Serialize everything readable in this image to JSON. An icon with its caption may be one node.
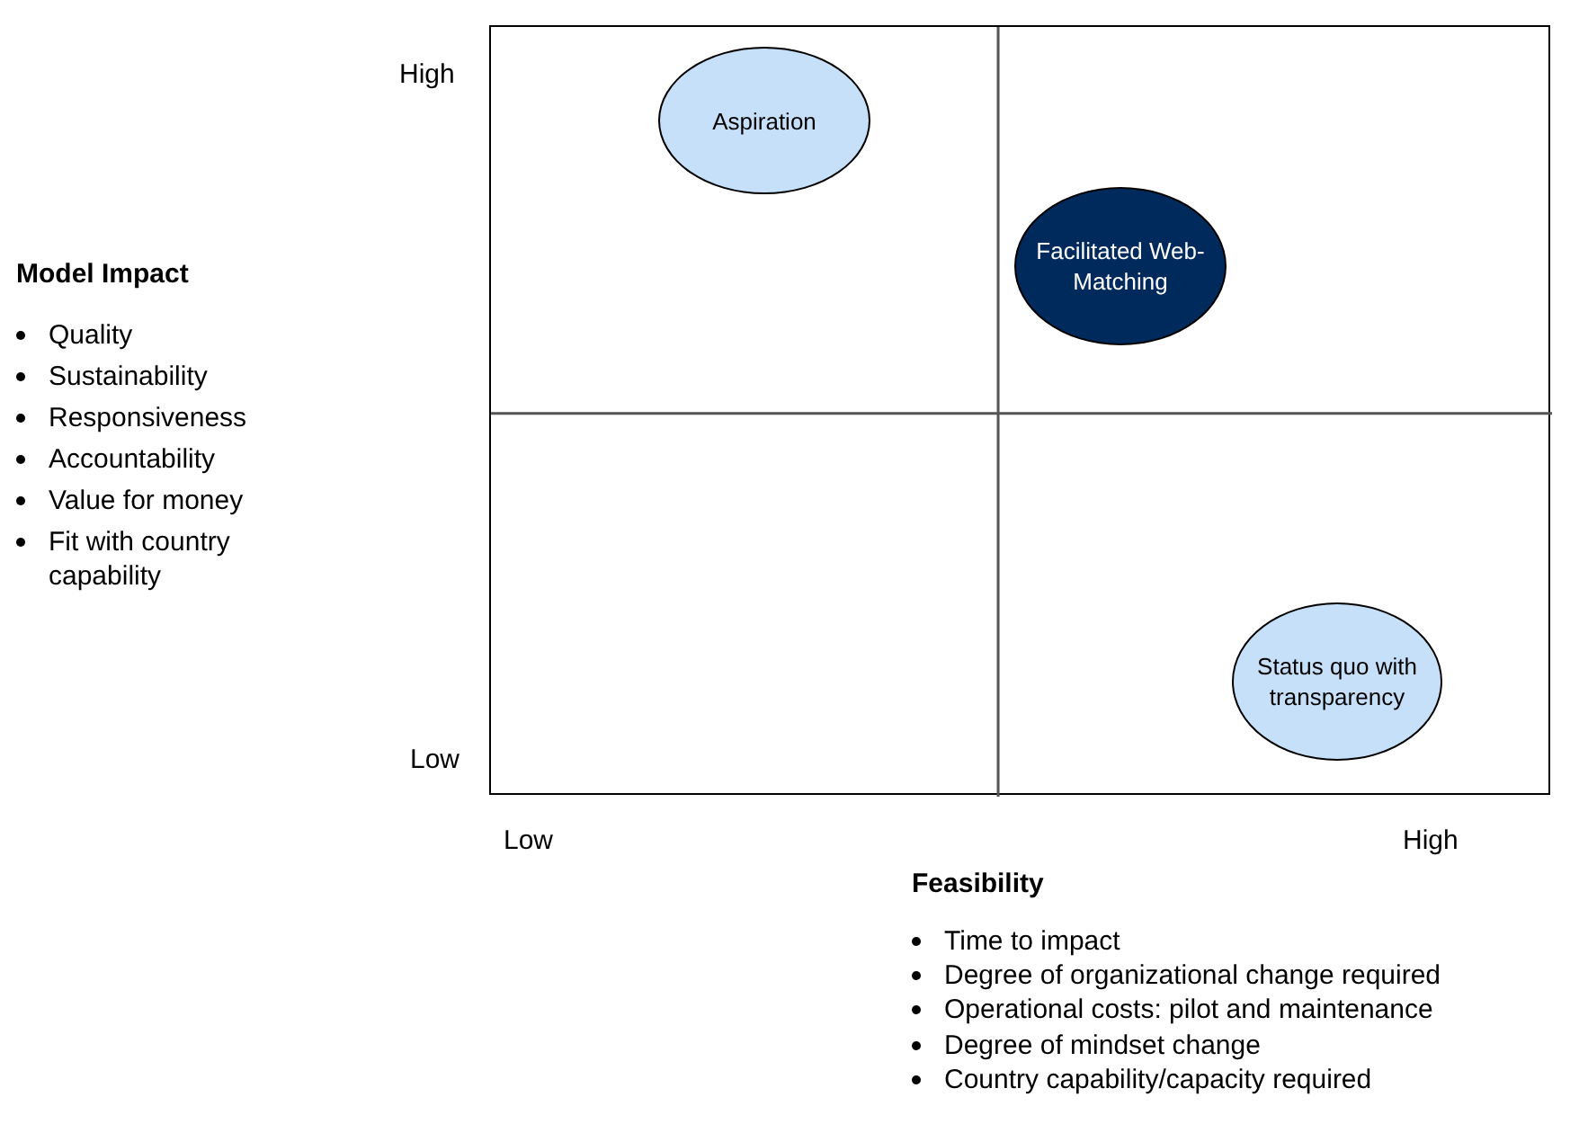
{
  "diagram": {
    "nodes": [
      {
        "text": [],
        "shape": "box"
      },
      {
        "text": [
          "Aspiration"
        ],
        "in": 0
      },
      {
        "text": [
          "Facilitated Web-Matching"
        ],
        "in": 0
      },
      {
        "text": [
          "Status quo with transparency"
        ],
        "in": 0
      }
    ],
    "labels": [
      "High",
      "Model Impact",
      "Quality",
      "Sustainability",
      "Responsiveness",
      "Accountability",
      "Value for money",
      "Fit with country capability",
      "Low",
      "Low",
      "High",
      "Feasibility",
      "Time to impact",
      "Degree of organizational change required",
      "Operational costs: pilot and maintenance",
      "Degree of mindset change",
      "Country capability/capacity required"
    ]
  }
}
